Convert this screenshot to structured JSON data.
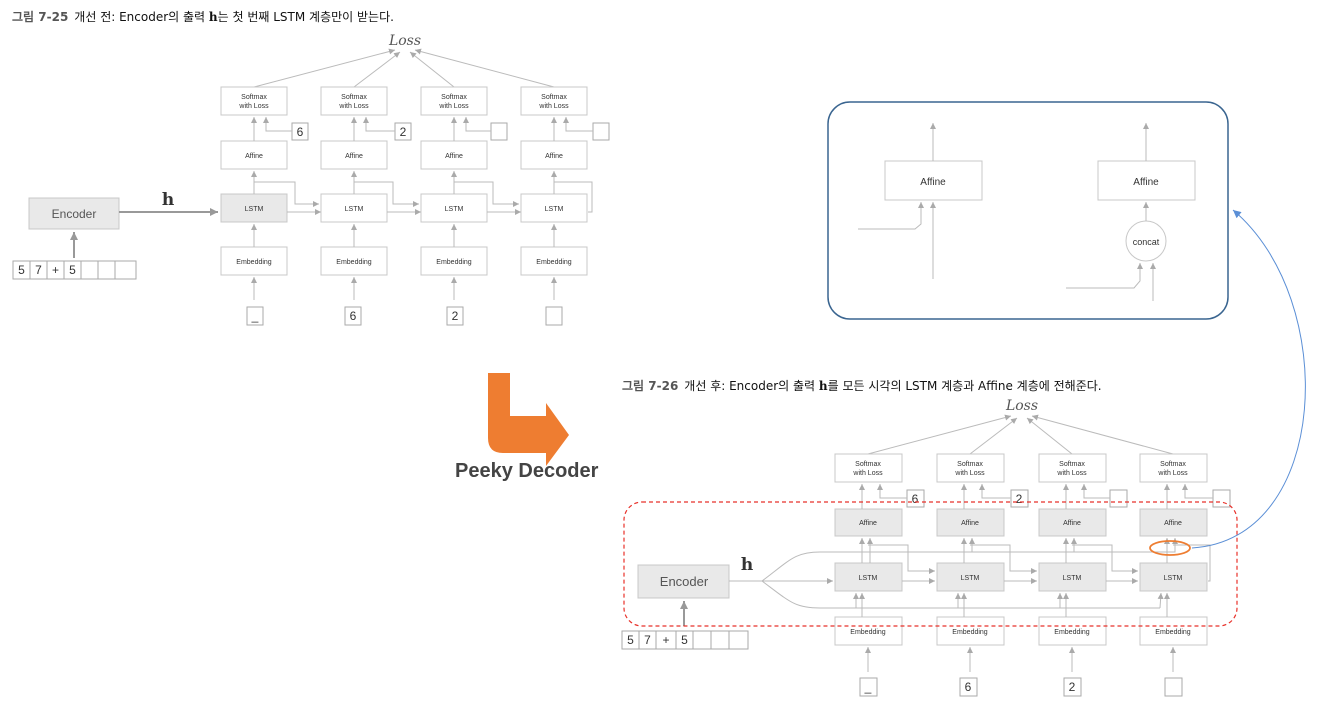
{
  "fig1": {
    "number": "그림 7-25",
    "title_before": "개선 전: Encoder의 출력 ",
    "title_h": "h",
    "title_after": "는 첫 번째 LSTM 계층만이 받는다."
  },
  "fig2": {
    "number": "그림 7-26",
    "title_before": "개선 후: Encoder의 출력 ",
    "title_h": "h",
    "title_after": "를 모든 시각의 LSTM 계층과 Affine 계층에 전해준다."
  },
  "labels": {
    "loss": "Loss",
    "softmax_line1": "Softmax",
    "softmax_line2": "with Loss",
    "affine": "Affine",
    "lstm": "LSTM",
    "embedding": "Embedding",
    "encoder": "Encoder",
    "h": "h",
    "concat": "concat",
    "peeky": "Peeky Decoder"
  },
  "input_tokens": [
    "5",
    "7",
    "+",
    "5",
    "",
    "",
    ""
  ],
  "decoder_inputs": [
    "_",
    "6",
    "2",
    ""
  ],
  "decoder_targets": [
    "6",
    "2",
    "",
    ""
  ],
  "colors": {
    "arrow_orange": "#ee7d31",
    "dashed_red": "#e8312a",
    "zoom_border": "#3a6590",
    "curve_blue": "#5b8fd6",
    "gray_box": "#e9e9e9"
  }
}
